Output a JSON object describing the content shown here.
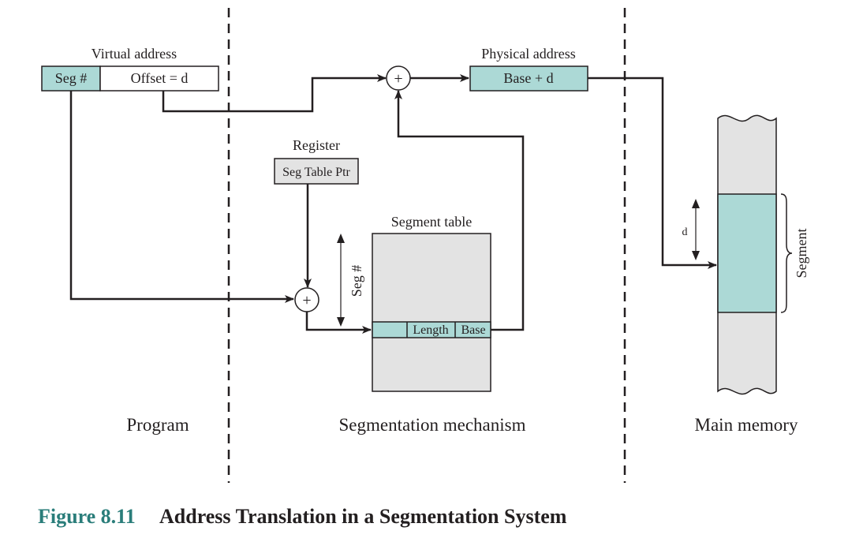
{
  "virtual_address": {
    "label": "Virtual address",
    "seg_field": "Seg #",
    "offset_field": "Offset = d"
  },
  "physical_address": {
    "label": "Physical address",
    "value": "Base + d"
  },
  "register": {
    "label": "Register",
    "value": "Seg Table Ptr"
  },
  "segment_table": {
    "label": "Segment table",
    "index_label": "Seg #",
    "entry_length": "Length",
    "entry_base": "Base"
  },
  "adder_symbol": "+",
  "memory": {
    "offset_label": "d",
    "segment_label": "Segment"
  },
  "regions": {
    "program": "Program",
    "mechanism": "Segmentation mechanism",
    "memory": "Main memory"
  },
  "caption": {
    "number": "Figure 8.11",
    "title": "Address Translation in a Segmentation System"
  },
  "colors": {
    "teal_fill": "#acd9d6",
    "gray_fill": "#e3e3e3",
    "line": "#231f20",
    "caption_accent": "#2a7d7a"
  }
}
